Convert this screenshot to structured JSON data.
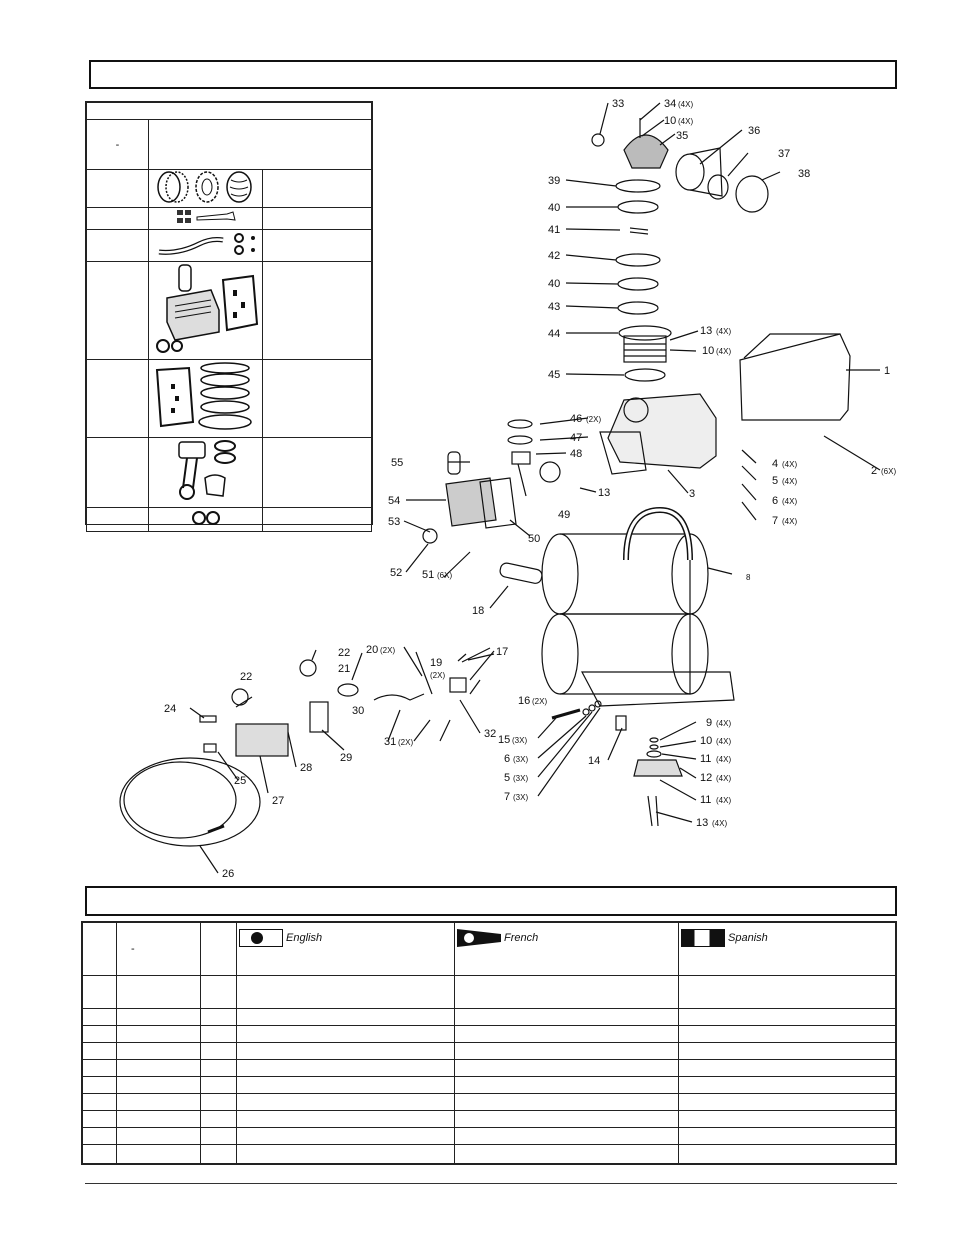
{
  "page": {
    "top_bar_text": "",
    "table_bar_text": ""
  },
  "kits_table": {
    "header_mark": "-",
    "rows": 7
  },
  "parts_table": {
    "header_mark": "-",
    "languages": [
      {
        "name": "English",
        "icon": "english-flag-icon"
      },
      {
        "name": "French",
        "icon": "french-flag-icon"
      },
      {
        "name": "Spanish",
        "icon": "spanish-flag-icon"
      }
    ]
  },
  "callouts": {
    "c33": "33",
    "c34": "34",
    "c34q": "(4X)",
    "c10a": "10",
    "c10aq": "(4X)",
    "c35": "35",
    "c36": "36",
    "c37": "37",
    "c38": "38",
    "c39": "39",
    "c40a": "40",
    "c41": "41",
    "c42": "42",
    "c40b": "40",
    "c43": "43",
    "c44": "44",
    "c13a": "13",
    "c13aq": "(4X)",
    "c10b": "10",
    "c10bq": "(4X)",
    "c45": "45",
    "c1": "1",
    "c46": "46",
    "c46q": "(2X)",
    "c47": "47",
    "c48": "48",
    "c55": "55",
    "c13b": "13",
    "c3": "3",
    "c49": "49",
    "c4": "4",
    "c4q": "(4X)",
    "c5a": "5",
    "c5aq": "(4X)",
    "c6a": "6",
    "c6aq": "(4X)",
    "c7a": "7",
    "c7aq": "(4X)",
    "c2": "2",
    "c2q": "(6X)",
    "c54": "54",
    "c53": "53",
    "c50": "50",
    "c52": "52",
    "c51": "51",
    "c51q": "(6X)",
    "c8": "8",
    "c18": "18",
    "c20": "20",
    "c20q": "(2X)",
    "c22a": "22",
    "c22b": "22",
    "c21": "21",
    "c19": "19",
    "c17": "17",
    "c2x": "(2X)",
    "c16": "16",
    "c16q": "(2X)",
    "c24": "24",
    "c30": "30",
    "c31": "31",
    "c31q": "(2X)",
    "c32": "32",
    "c29": "29",
    "c28": "28",
    "c27": "27",
    "c25": "25",
    "c26": "26",
    "c15": "15",
    "c15q": "(3X)",
    "c6b": "6",
    "c6bq": "(3X)",
    "c5b": "5",
    "c5bq": "(3X)",
    "c7b": "7",
    "c7bq": "(3X)",
    "c14": "14",
    "c9": "9",
    "c9q": "(4X)",
    "c10c": "10",
    "c10cq": "(4X)",
    "c11a": "11",
    "c11aq": "(4X)",
    "c12": "12",
    "c12q": "(4X)",
    "c11b": "11",
    "c11bq": "(4X)",
    "c13c": "13",
    "c13cq": "(4X)"
  },
  "colors": {
    "ink": "#111111",
    "paper": "#ffffff"
  }
}
